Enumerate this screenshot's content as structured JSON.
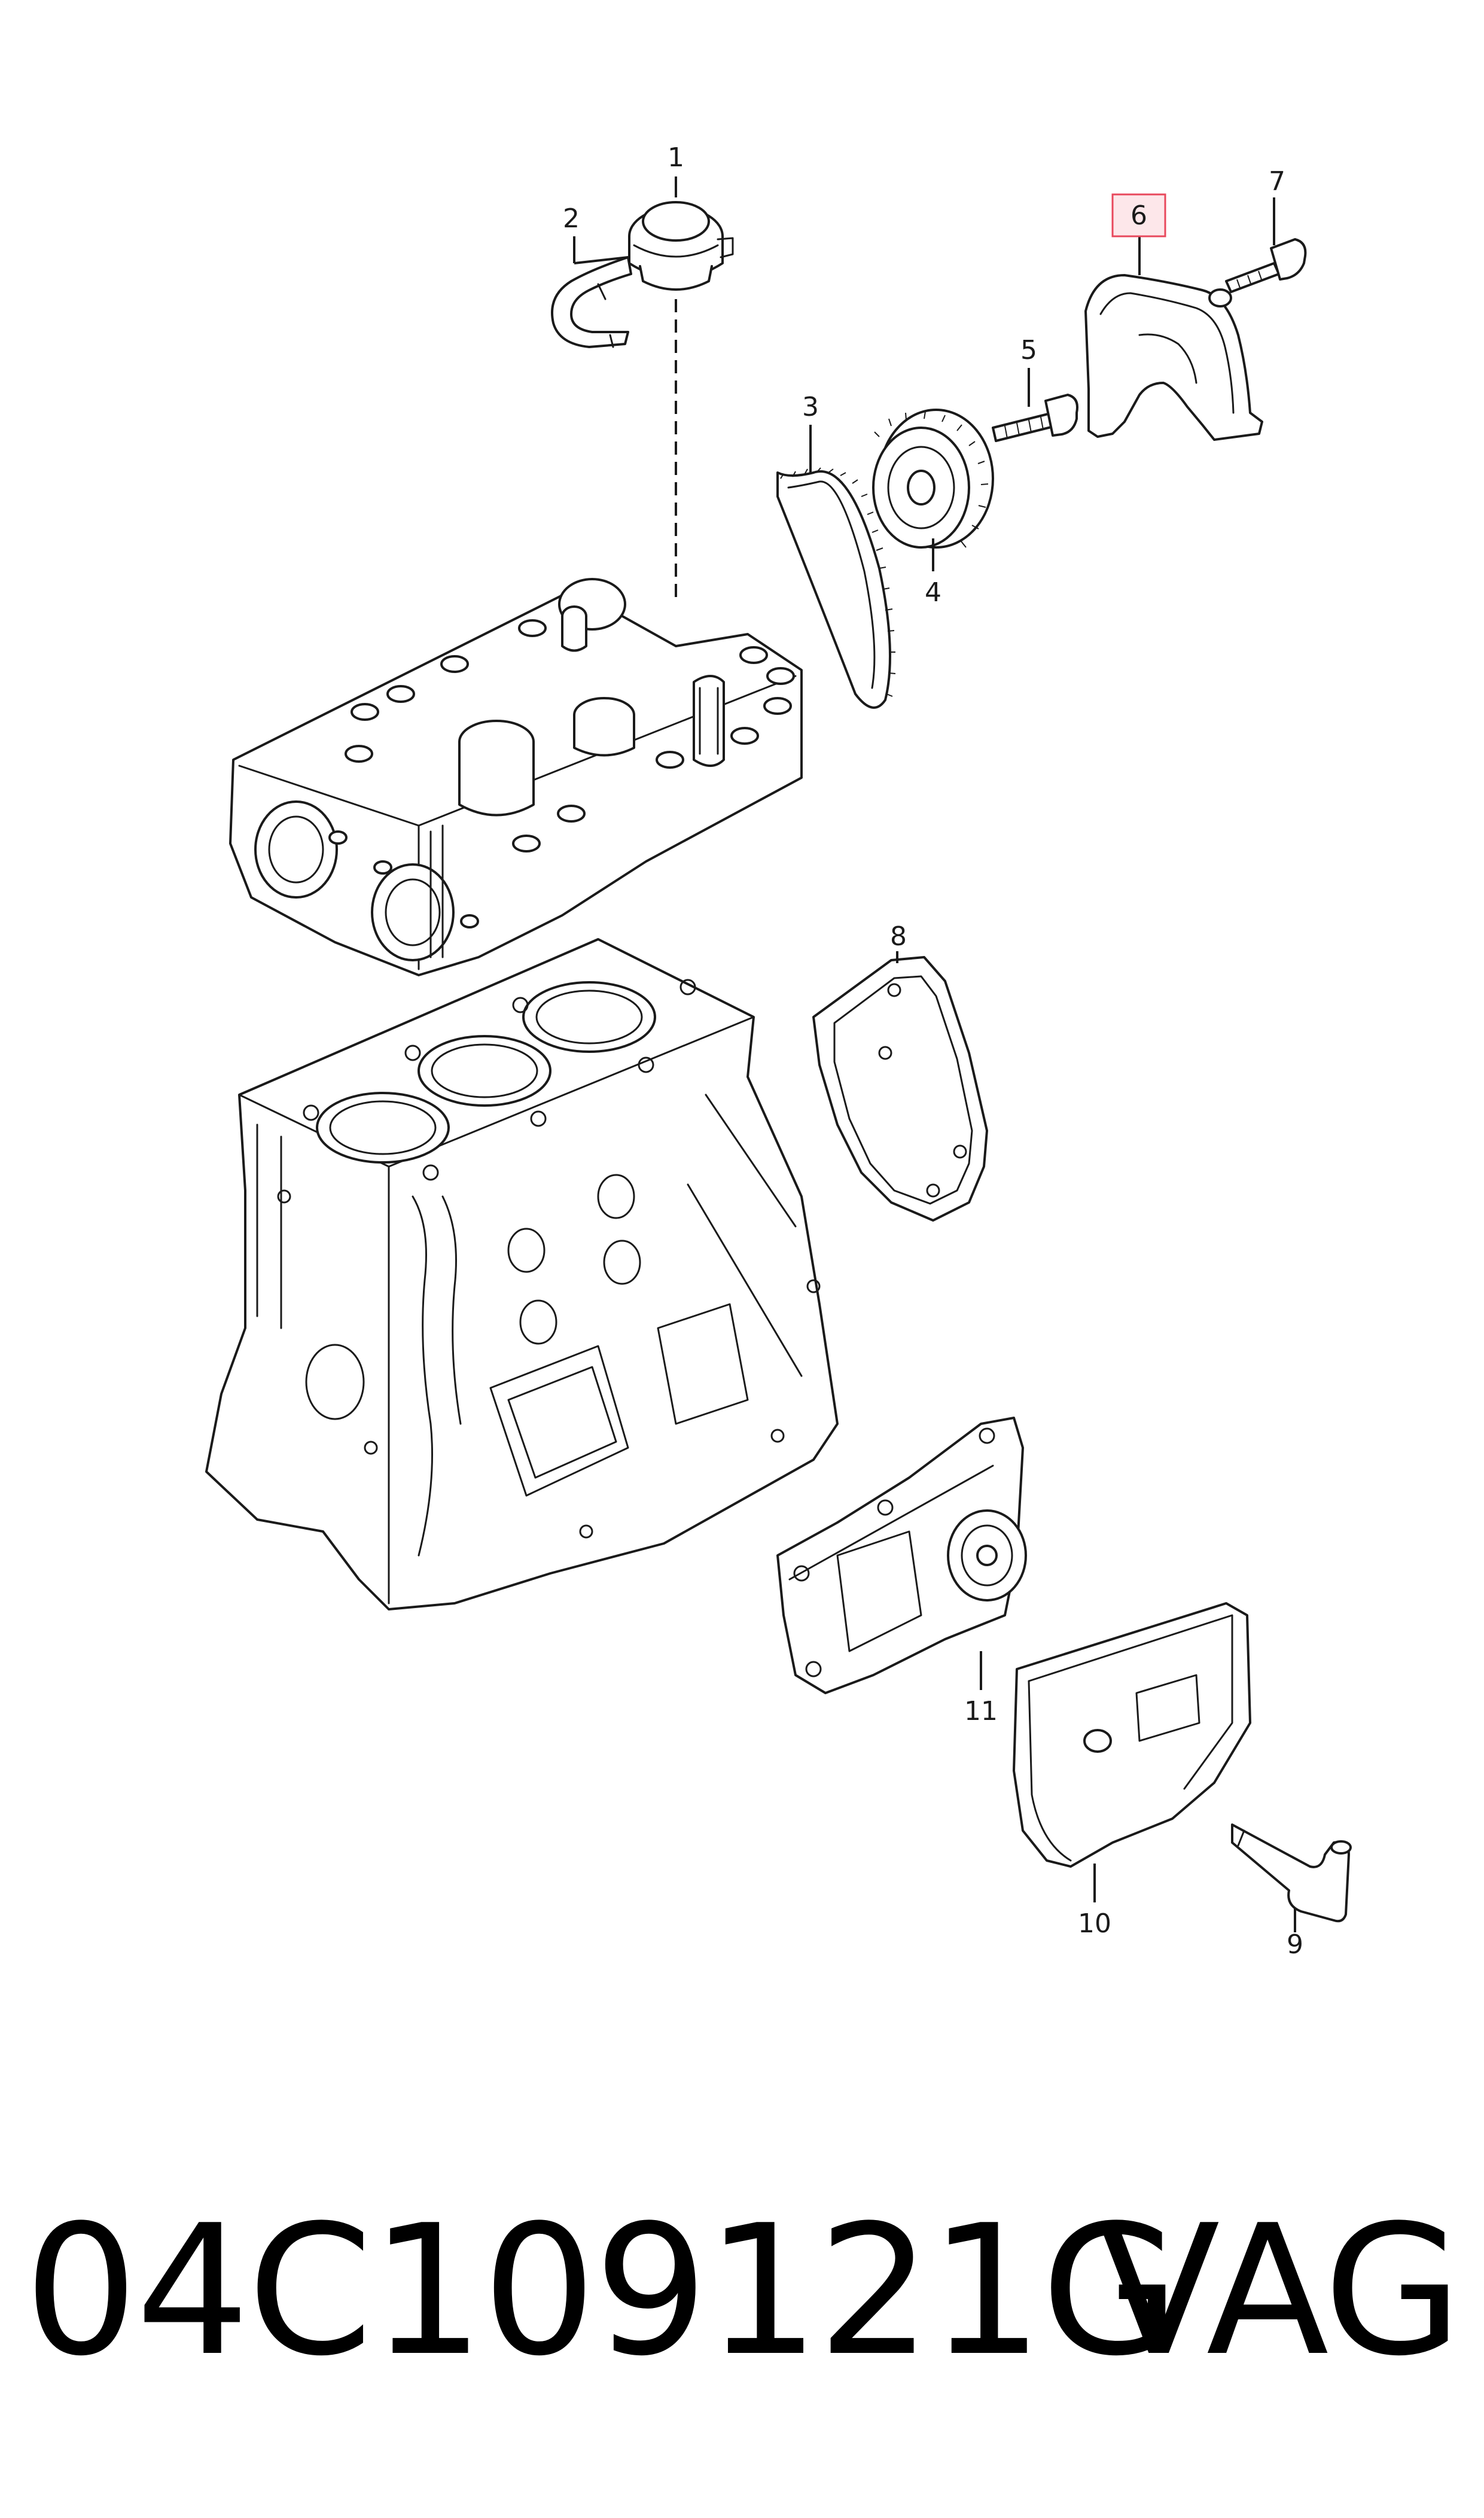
{
  "diagram": {
    "callouts": [
      "1",
      "2",
      "3",
      "4",
      "5",
      "6",
      "7",
      "8",
      "9",
      "10",
      "11"
    ],
    "highlighted_callout": "6",
    "highlight_color": "#e8485c",
    "highlight_fill": "#fde7ea",
    "line_color": "#1a1a1a"
  },
  "footer": {
    "part_number": "04C109121G",
    "brand": "VAG"
  }
}
